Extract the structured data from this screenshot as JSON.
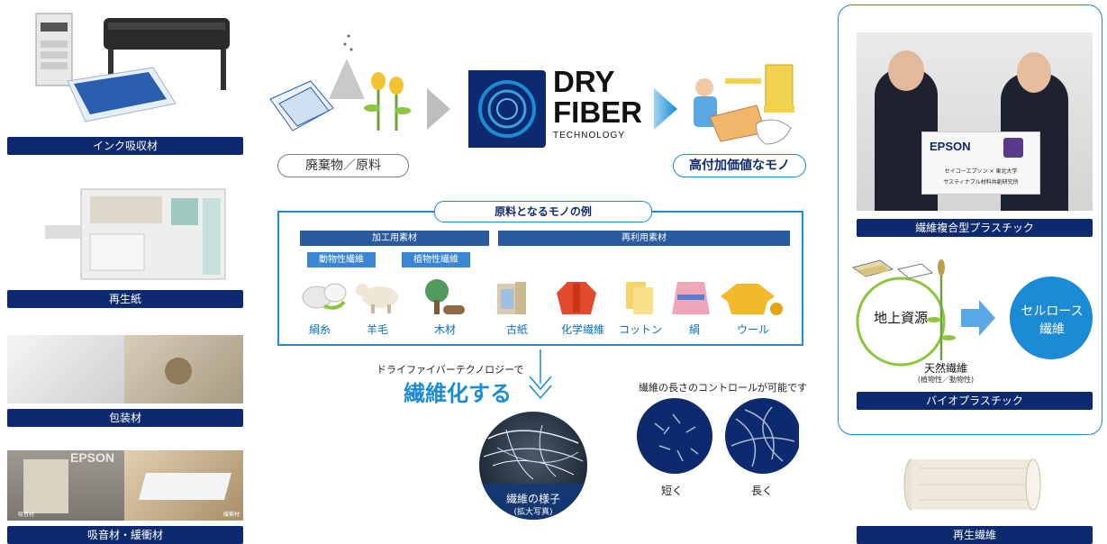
{
  "left_column": {
    "items": [
      {
        "label": "インク吸収材"
      },
      {
        "label": "再生紙"
      },
      {
        "label": "包装材"
      },
      {
        "label": "吸音材・緩衝材"
      }
    ],
    "photo_texts": {
      "packaging_sign": "EPSON",
      "small_left": "吸音材",
      "small_right": "緩衝材"
    }
  },
  "flow": {
    "input_label": "廃棄物／原料",
    "logo_line1": "DRY",
    "logo_line2": "FIBER",
    "logo_line3": "TECHNOLOGY",
    "output_label": "高付加価値なモノ"
  },
  "materials_box": {
    "title": "原料となるモノの例",
    "processing_label": "加工用素材",
    "recycle_label": "再利用素材",
    "animal_fiber": "動物性繊維",
    "plant_fiber": "植物性繊維",
    "items": [
      {
        "label": "絹糸"
      },
      {
        "label": "羊毛"
      },
      {
        "label": "木材"
      },
      {
        "label": "古紙"
      },
      {
        "label": "化学繊維"
      },
      {
        "label": "コットン"
      },
      {
        "label": "絹"
      },
      {
        "label": "ウール"
      }
    ]
  },
  "fiberize": {
    "intro": "ドライファイバーテクノロジーで",
    "headline": "繊維化する",
    "photo_caption": "繊維の様子",
    "photo_subcaption": "(拡大写真)"
  },
  "length_control": {
    "title": "繊維の長さのコントロールが可能です",
    "short_label": "短く",
    "long_label": "長く"
  },
  "right_column": {
    "photo_sign_brand": "EPSON",
    "photo_sign_line1": "セイコーエプソン × 東北大学",
    "photo_sign_line2": "サスティナブル材料共創研究所",
    "composite_label": "繊維複合型プラスチック",
    "ground_resource": "地上資源",
    "cellulose_line1": "セルロース",
    "cellulose_line2": "繊維",
    "natural_fiber": "天然繊維",
    "natural_fiber_sub": "(植物性／動物性)",
    "bioplastic_label": "バイオプラスチック",
    "recycled_fiber_label": "再生繊維"
  },
  "colors": {
    "navy": "#0e2a6e",
    "accent_blue": "#1a8bd4",
    "light_blue": "#3aa0e0",
    "green": "#8cc63f"
  }
}
